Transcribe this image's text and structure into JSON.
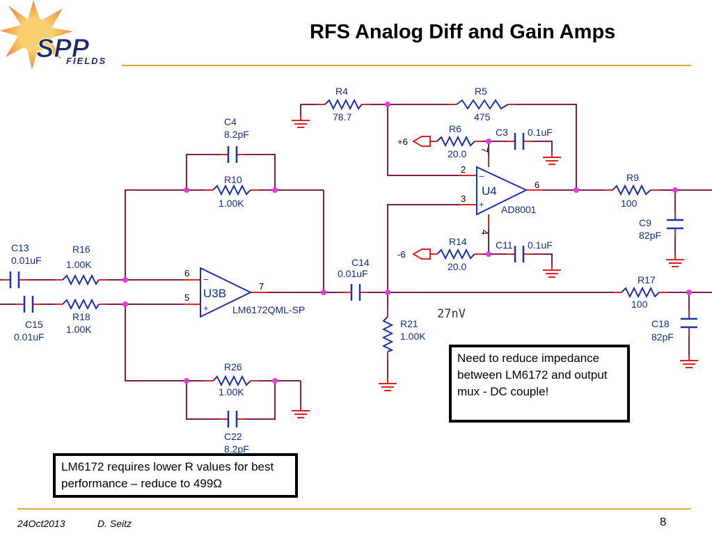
{
  "slide": {
    "title": "RFS Analog Diff and Gain Amps",
    "logo_text": "SPP",
    "logo_subtext": "FIELDS",
    "footer_date": "24Oct2013",
    "footer_author": "D. Seitz",
    "page_number": "8"
  },
  "components": {
    "R4": {
      "name": "R4",
      "value": "78.7"
    },
    "R5": {
      "name": "R5",
      "value": "475"
    },
    "R6": {
      "name": "R6",
      "value": "20.0"
    },
    "C3": {
      "name": "C3",
      "value": "0.1uF"
    },
    "C4": {
      "name": "C4",
      "value": "8.2pF"
    },
    "R10": {
      "name": "R10",
      "value": "1.00K"
    },
    "U4": {
      "name": "U4",
      "part": "AD8001"
    },
    "R9": {
      "name": "R9",
      "value": "100"
    },
    "C9": {
      "name": "C9",
      "value": "82pF"
    },
    "R14": {
      "name": "R14",
      "value": "20.0"
    },
    "C11": {
      "name": "C11",
      "value": "0.1uF"
    },
    "C13": {
      "name": "C13",
      "value": "0.01uF"
    },
    "R16": {
      "name": "R16",
      "value": "1.00K"
    },
    "C15": {
      "name": "C15",
      "value": "0.01uF"
    },
    "R18": {
      "name": "R18",
      "value": "1.00K"
    },
    "U3B": {
      "name": "U3B",
      "part": "LM6172QML-SP"
    },
    "C14": {
      "name": "C14",
      "value": "0.01uF"
    },
    "R21": {
      "name": "R21",
      "value": "1.00K"
    },
    "R17": {
      "name": "R17",
      "value": "100"
    },
    "C18": {
      "name": "C18",
      "value": "82pF"
    },
    "R26": {
      "name": "R26",
      "value": "1.00K"
    },
    "C22": {
      "name": "C22",
      "value": "8.2pF"
    }
  },
  "rails": {
    "pos": "+6",
    "neg": "-6"
  },
  "pins": {
    "u4_inv": "2",
    "u4_noninv": "3",
    "u4_out": "6",
    "u4_vpos": "7",
    "u4_vneg": "4",
    "u3_inv": "6",
    "u3_noninv": "5",
    "u3_out": "7"
  },
  "symbols": {
    "minus": "−",
    "plus": "+"
  },
  "noise_label": "27nV",
  "notes": {
    "right": "Need to reduce impedance between LM6172 and output mux - DC couple!",
    "left": "LM6172 requires lower R values for best performance – reduce to 499Ω"
  },
  "colors": {
    "wire": "#7a1e4a",
    "component": "#1a2fb0",
    "pin_stub": "#e02020",
    "junction": "#e83ad8",
    "accent": "#e8a33a"
  }
}
